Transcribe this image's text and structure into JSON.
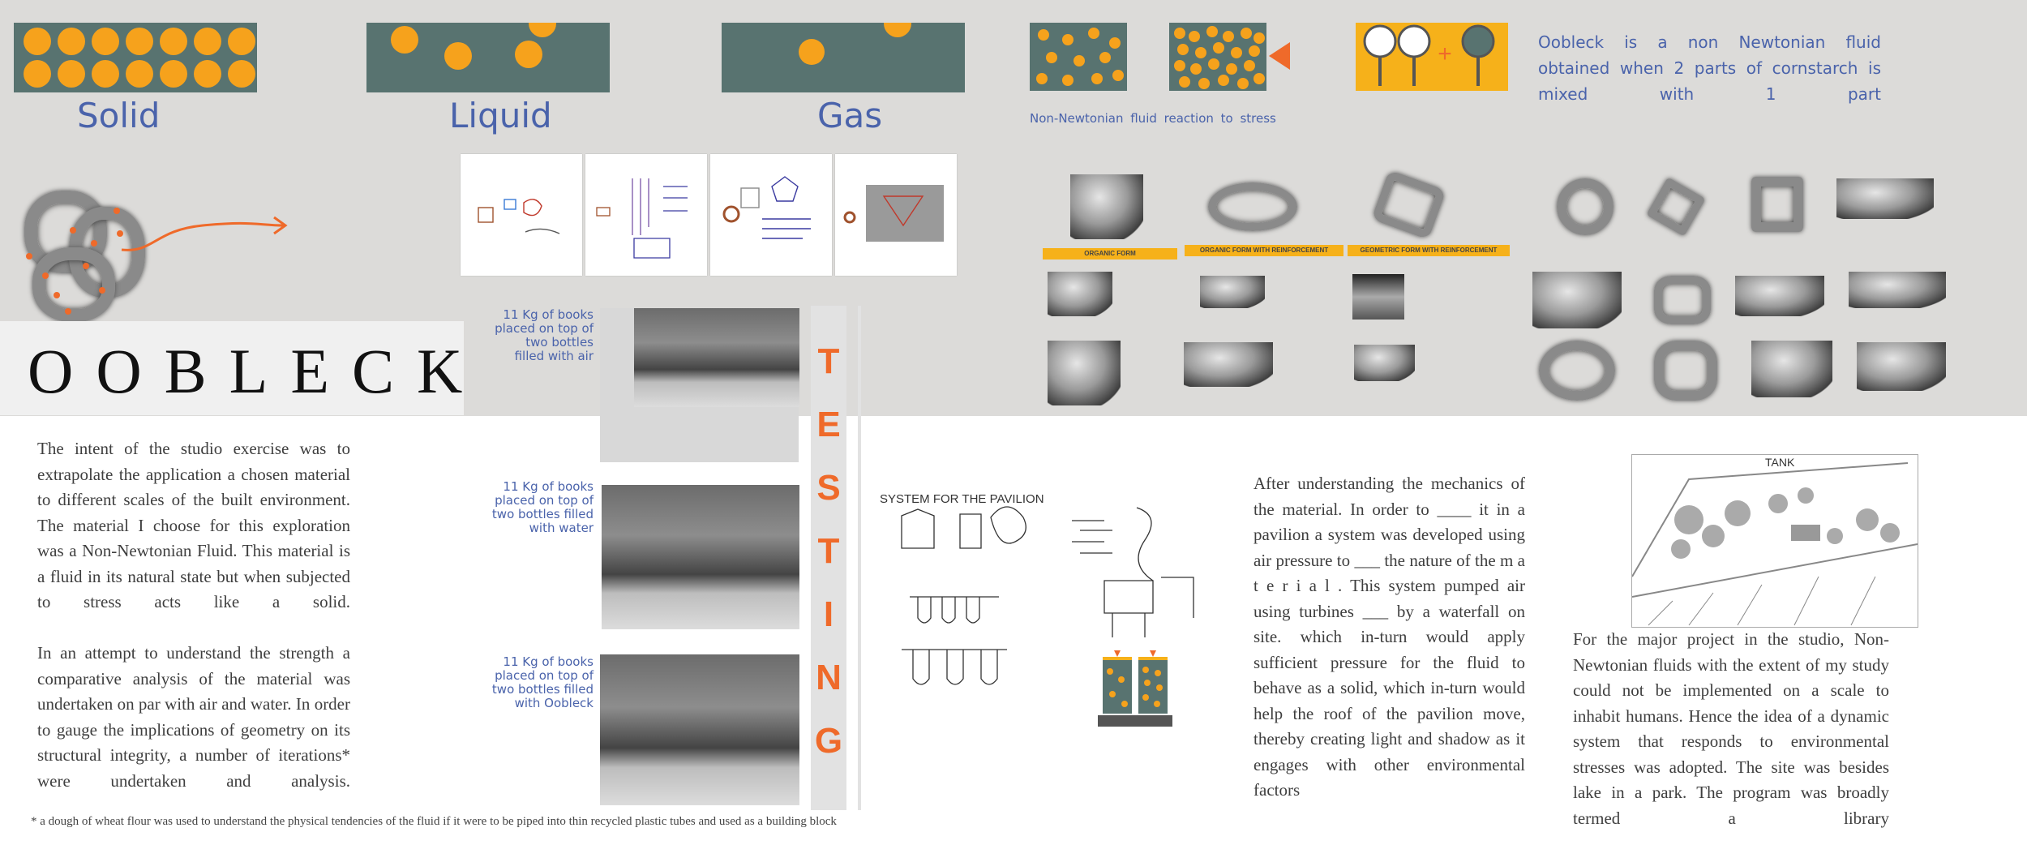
{
  "states": [
    {
      "label": "Solid"
    },
    {
      "label": "Liquid"
    },
    {
      "label": "Gas"
    }
  ],
  "non_newtonian_caption": "Non-Newtonian fluid reaction to stress",
  "definition_text": "Oobleck is a non Newtonian fluid obtained when 2 parts of cornstarch is mixed with 1 part",
  "title": "OOBLECK",
  "form_tags": [
    "ORGANIC FORM",
    "ORGANIC FORM WITH REINFORCEMENT",
    "GEOMETRIC FORM WITH REINFORCEMENT"
  ],
  "test_captions": [
    "11 Kg of books placed on top of two bottles filled with air",
    "11 Kg of books placed on top of two bottles filled with water",
    "11 Kg of books placed on top of two bottles filled with Oobleck"
  ],
  "testing_letters": [
    "T",
    "E",
    "S",
    "T",
    "I",
    "N",
    "G"
  ],
  "system_title": "SYSTEM FOR THE PAVILION",
  "tank_label": "TANK",
  "intro_para1": "The intent of the studio exercise was to extrapolate the application a chosen material to different scales of the built environment. The material I choose for this exploration was a Non-Newtonian Fluid. This material is a fluid in its natural state but when subjected to stress acts like a solid.",
  "intro_para2": "In an attempt to understand the strength a comparative analysis of the material was undertaken on par with air and water. In order to gauge the implications of geometry on its structural integrity, a number of iterations* were undertaken and analysis.",
  "pavilion_para": "After understanding the mechanics of the material. In order to ____ it in a pavilion a system was developed using air pressure to ___ the nature of the m a t e r i a l . This system pumped air using turbines ___ by a waterfall on site. which in-turn would apply sufficient pressure for the fluid to behave as a solid, which in-turn would help the roof of the pavilion move, thereby creating light and shadow as it engages with other environmental factors",
  "project_para": "For the major project in the studio, Non-Newtonian fluids with the extent of my study could not be implemented on a scale to inhabit humans. Hence the idea of a dynamic system that responds to environmental stresses was adopted. The site was besides lake in a park. The program was broadly termed a library",
  "footnote": "* a dough of wheat flour was used to understand the physical tendencies of the fluid if it were to be piped into thin recycled plastic tubes and used as a building block",
  "colors": {
    "accent_orange": "#ef6a2a",
    "dot_yellow": "#f6a21c",
    "box_teal": "#587370",
    "label_blue": "#4a63ab",
    "tag_yellow": "#f6b11a"
  }
}
